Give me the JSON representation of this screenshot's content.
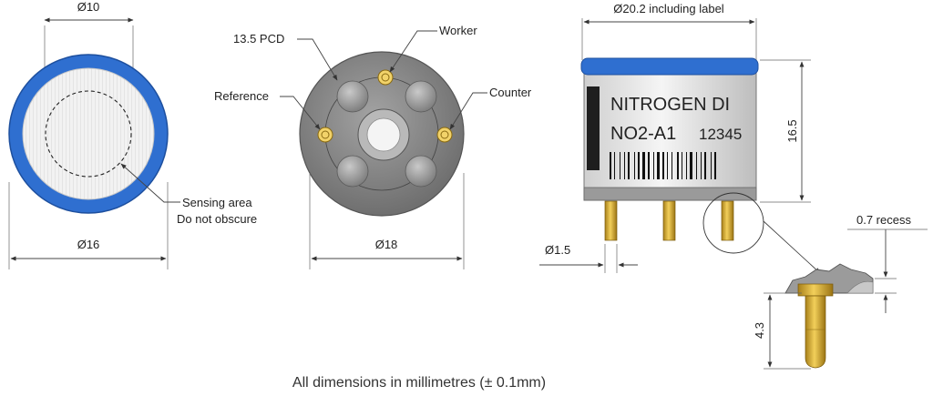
{
  "diagram": {
    "front_view": {
      "label_inner_diameter": "Ø10",
      "label_outer_diameter": "Ø16",
      "label_sensing_line1": "Sensing area",
      "label_sensing_line2": "Do not obscure"
    },
    "bottom_view": {
      "label_pcd": "13.5 PCD",
      "label_worker": "Worker",
      "label_reference": "Reference",
      "label_counter": "Counter",
      "label_diameter": "Ø18"
    },
    "side_view": {
      "label_width": "Ø20.2 including label",
      "label_height": "16.5",
      "label_pin_diameter": "Ø1.5",
      "label_recess": "0.7 recess",
      "label_pin_length": "4.3",
      "product_name": "NITROGEN DI",
      "product_code": "NO2-A1",
      "serial": "12345"
    },
    "footer": "All dimensions in millimetres (± 0.1mm)"
  },
  "colors": {
    "blue_ring": "#2f6fd0",
    "gold_pin": "#d4a82a",
    "grey_body": "#8c8c8c"
  }
}
